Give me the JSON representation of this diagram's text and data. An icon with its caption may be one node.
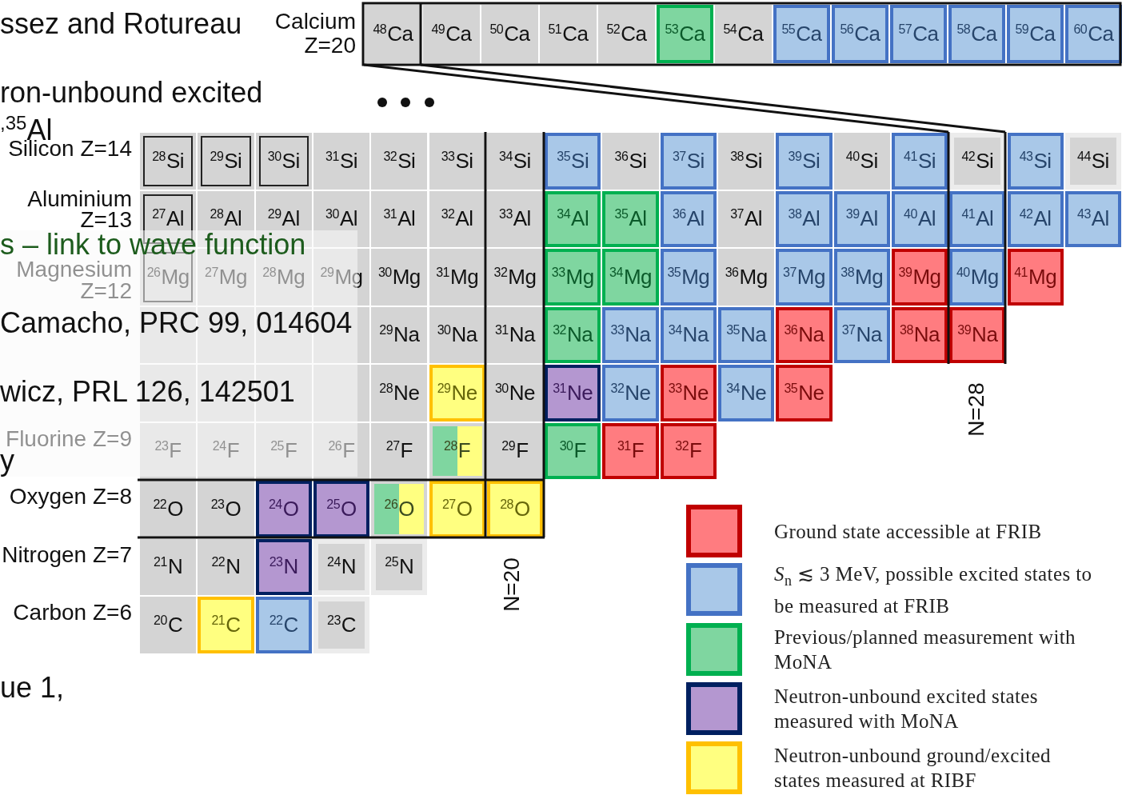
{
  "diagram": {
    "nodes": [
      {
        "text": [
          "$^{48}$Ca"
        ]
      },
      {
        "text": [
          "$^{49}$Ca"
        ]
      },
      {
        "text": [
          "$^{50}$Ca"
        ]
      },
      {
        "text": [
          "$^{51}$Ca"
        ]
      },
      {
        "text": [
          "$^{52}$Ca"
        ]
      },
      {
        "text": [
          "$^{53}$Ca"
        ]
      },
      {
        "text": [
          "$^{54}$Ca"
        ]
      },
      {
        "text": [
          "$^{55}$Ca"
        ]
      },
      {
        "text": [
          "$^{56}$Ca"
        ]
      },
      {
        "text": [
          "$^{57}$Ca"
        ]
      },
      {
        "text": [
          "$^{58}$Ca"
        ]
      },
      {
        "text": [
          "$^{59}$Ca"
        ]
      },
      {
        "text": [
          "$^{60}$Ca"
        ]
      },
      {
        "text": [
          "$^{28}$Si"
        ]
      },
      {
        "text": [
          "$^{29}$Si"
        ]
      },
      {
        "text": [
          "$^{30}$Si"
        ]
      },
      {
        "text": [
          "$^{31}$Si"
        ]
      },
      {
        "text": [
          "$^{32}$Si"
        ]
      },
      {
        "text": [
          "$^{33}$Si"
        ]
      },
      {
        "text": [
          "$^{34}$Si"
        ]
      },
      {
        "text": [
          "$^{35}$Si"
        ]
      },
      {
        "text": [
          "$^{36}$Si"
        ]
      },
      {
        "text": [
          "$^{37}$Si"
        ]
      },
      {
        "text": [
          "$^{38}$Si"
        ]
      },
      {
        "text": [
          "$^{39}$Si"
        ]
      },
      {
        "text": [
          "$^{40}$Si"
        ]
      },
      {
        "text": [
          "$^{41}$Si"
        ]
      },
      {
        "text": [
          "$^{42}$Si"
        ]
      },
      {
        "text": [
          "$^{43}$Si"
        ]
      },
      {
        "text": [
          "$^{44}$Si"
        ]
      },
      {
        "text": [
          "$^{27}$Al"
        ]
      },
      {
        "text": [
          "$^{28}$Al"
        ]
      },
      {
        "text": [
          "$^{29}$Al"
        ]
      },
      {
        "text": [
          "$^{30}$Al"
        ]
      },
      {
        "text": [
          "$^{31}$Al"
        ]
      },
      {
        "text": [
          "$^{32}$Al"
        ]
      },
      {
        "text": [
          "$^{33}$Al"
        ]
      },
      {
        "text": [
          "$^{34}$Al"
        ]
      },
      {
        "text": [
          "$^{35}$Al"
        ]
      },
      {
        "text": [
          "$^{36}$Al"
        ]
      },
      {
        "text": [
          "$^{37}$Al"
        ]
      },
      {
        "text": [
          "$^{38}$Al"
        ]
      },
      {
        "text": [
          "$^{39}$Al"
        ]
      },
      {
        "text": [
          "$^{40}$Al"
        ]
      },
      {
        "text": [
          "$^{41}$Al"
        ]
      },
      {
        "text": [
          "$^{42}$Al"
        ]
      },
      {
        "text": [
          "$^{43}$Al"
        ]
      },
      {
        "text": [
          "$^{26}$Mg"
        ]
      },
      {
        "text": [
          "$^{27}$Mg"
        ]
      },
      {
        "text": [
          "$^{28}$Mg"
        ]
      },
      {
        "text": [
          "$^{29}$Mg"
        ]
      },
      {
        "text": [
          "$^{30}$Mg"
        ]
      },
      {
        "text": [
          "$^{31}$Mg"
        ]
      },
      {
        "text": [
          "$^{32}$Mg"
        ]
      },
      {
        "text": [
          "$^{33}$Mg"
        ]
      },
      {
        "text": [
          "$^{34}$Mg"
        ]
      },
      {
        "text": [
          "$^{35}$Mg"
        ]
      },
      {
        "text": [
          "$^{36}$Mg"
        ]
      },
      {
        "text": [
          "$^{37}$Mg"
        ]
      },
      {
        "text": [
          "$^{38}$Mg"
        ]
      },
      {
        "text": [
          "$^{39}$Mg"
        ]
      },
      {
        "text": [
          "$^{40}$Mg"
        ]
      },
      {
        "text": [
          "$^{41}$Mg"
        ]
      },
      {
        "text": [],
        "shape": "box"
      },
      {
        "text": [],
        "shape": "box"
      },
      {
        "text": [],
        "shape": "box"
      },
      {
        "text": [],
        "shape": "box"
      },
      {
        "text": [
          "$^{29}$Na"
        ]
      },
      {
        "text": [
          "$^{30}$Na"
        ]
      },
      {
        "text": [
          "$^{31}$Na"
        ]
      },
      {
        "text": [
          "$^{32}$Na"
        ]
      },
      {
        "text": [
          "$^{33}$Na"
        ]
      },
      {
        "text": [
          "$^{34}$Na"
        ]
      },
      {
        "text": [
          "$^{35}$Na"
        ]
      },
      {
        "text": [
          "$^{36}$Na"
        ]
      },
      {
        "text": [
          "$^{37}$Na"
        ]
      },
      {
        "text": [
          "$^{38}$Na"
        ]
      },
      {
        "text": [
          "$^{39}$Na"
        ]
      },
      {
        "text": [],
        "shape": "box"
      },
      {
        "text": [],
        "shape": "box"
      },
      {
        "text": [],
        "shape": "box"
      },
      {
        "text": [],
        "shape": "box"
      },
      {
        "text": [
          "$^{28}$Ne"
        ]
      },
      {
        "text": [
          "$^{29}$Ne"
        ]
      },
      {
        "text": [
          "$^{30}$Ne"
        ]
      },
      {
        "text": [
          "$^{31}$Ne"
        ]
      },
      {
        "text": [
          "$^{32}$Ne"
        ]
      },
      {
        "text": [
          "$^{33}$Ne"
        ]
      },
      {
        "text": [
          "$^{34}$Ne"
        ]
      },
      {
        "text": [
          "$^{35}$Ne"
        ]
      },
      {
        "text": [
          "$^{23}$F"
        ]
      },
      {
        "text": [
          "$^{24}$F"
        ]
      },
      {
        "text": [
          "$^{25}$F"
        ]
      },
      {
        "text": [
          "$^{26}$F"
        ]
      },
      {
        "text": [
          "$^{27}$F"
        ]
      },
      {
        "text": [
          "$^{28}$F"
        ]
      },
      {
        "text": [
          "$^{29}$F"
        ]
      },
      {
        "text": [
          "$^{30}$F"
        ]
      },
      {
        "text": [
          "$^{31}$F"
        ]
      },
      {
        "text": [
          "$^{32}$F"
        ]
      },
      {
        "text": [
          "$^{22}$O"
        ]
      },
      {
        "text": [
          "$^{23}$O"
        ]
      },
      {
        "text": [
          "$^{24}$O"
        ]
      },
      {
        "text": [
          "$^{25}$O"
        ]
      },
      {
        "text": [
          "$^{26}$O"
        ]
      },
      {
        "text": [
          "$^{27}$O"
        ]
      },
      {
        "text": [
          "$^{28}$O"
        ]
      },
      {
        "text": [
          "$^{21}$N"
        ]
      },
      {
        "text": [
          "$^{22}$N"
        ]
      },
      {
        "text": [
          "$^{23}$N"
        ]
      },
      {
        "text": [
          "$^{24}$N"
        ]
      },
      {
        "text": [
          "$^{25}$N"
        ]
      },
      {
        "text": [
          "$^{20}$C"
        ]
      },
      {
        "text": [
          "$^{21}$C"
        ]
      },
      {
        "text": [
          "$^{22}$C"
        ]
      },
      {
        "text": [
          "$^{23}$C"
        ]
      }
    ],
    "labels": [
      "Calcium Z=20",
      "Silicon Z=14",
      "Aluminium Z=13",
      "Magnesium Z=12",
      "Fluorine Z=9",
      "Oxygen Z=8",
      "Nitrogen Z=7",
      "Carbon Z=6",
      "N=20",
      "N=28",
      "ssez and Rotureau",
      "ron-unbound excited",
      "$^{,35}$Al",
      "s – link to wave function",
      "Camacho, PRC 99, 014604",
      "wicz, PRL 126, 142501",
      "y",
      "ue 1,"
    ],
    "legend": [
      {
        "text": "Ground state accessible at FRIB",
        "color": "#ff7c80"
      },
      {
        "text": "*S*$_{n}$ ≲ 3 MeV, possible excited states to be measured at FRIB",
        "color": "#a9c8e8"
      },
      {
        "text": "Previous/planned measurement with MoNA",
        "color": "#7fd6a0"
      },
      {
        "text": "Neutron-unbound excited states measured with MoNA",
        "color": "#b497d0"
      },
      {
        "text": "Neutron-unbound ground/excited states measured at RIBF",
        "color": "#ffff80"
      }
    ]
  }
}
